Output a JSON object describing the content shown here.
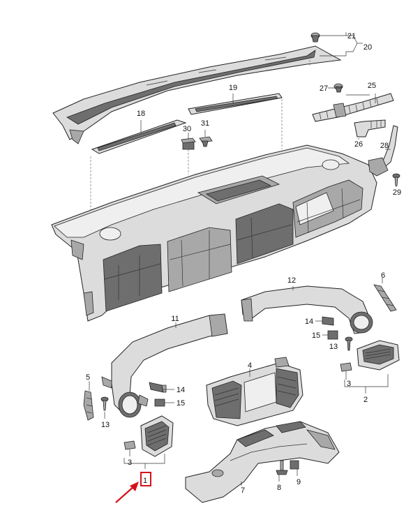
{
  "callouts": {
    "c1": "1",
    "c2": "2",
    "c3a": "3",
    "c3b": "3",
    "c4": "4",
    "c5": "5",
    "c6": "6",
    "c7": "7",
    "c8": "8",
    "c9": "9",
    "c11": "11",
    "c12": "12",
    "c13a": "13",
    "c13b": "13",
    "c14a": "14",
    "c14b": "14",
    "c15a": "15",
    "c15b": "15",
    "c18": "18",
    "c19": "19",
    "c20": "20",
    "c21": "21",
    "c25": "25",
    "c26": "26",
    "c27": "27",
    "c28": "28",
    "c29": "29",
    "c30": "30",
    "c31": "31"
  },
  "highlight": {
    "callout": "1",
    "color": "#d6111b"
  }
}
